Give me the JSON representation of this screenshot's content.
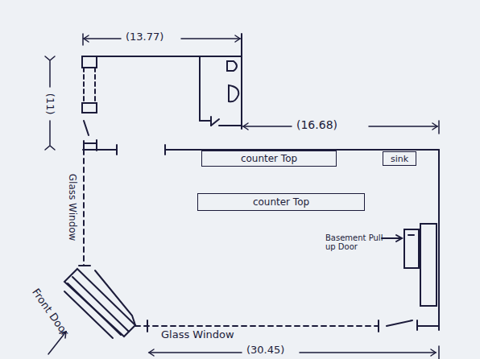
{
  "diagram": {
    "nodes": [
      {
        "text": [
          "counter Top"
        ]
      },
      {
        "text": [
          "sink"
        ]
      },
      {
        "text": [
          "counter Top"
        ]
      }
    ],
    "labels": [
      "(13.77)",
      "(11)",
      "(16.68)",
      "Glass Window",
      "Basement Pull up Door",
      "Front Door",
      "Glass Window",
      "(30.45)"
    ]
  }
}
